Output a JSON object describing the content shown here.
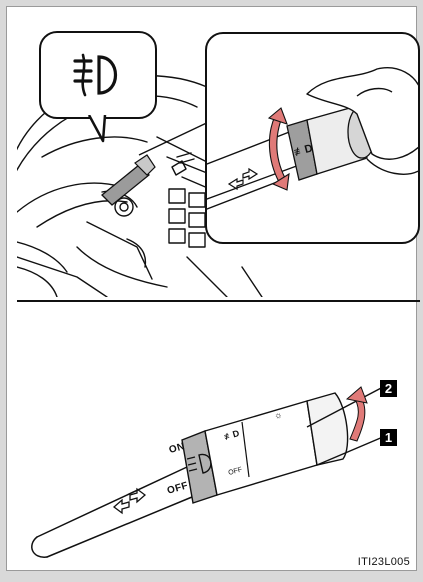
{
  "figure_id": "ITI23L005",
  "bottom_illustration": {
    "callout_1": "1",
    "callout_2": "2",
    "switch_on_label": "ON",
    "switch_off_label": "OFF"
  },
  "icons": {
    "fog_light_icon": "front-fog-light-icon",
    "turn_signal_arrows": "turn-signal-arrows-icon",
    "headlight_icon": "headlight-icon",
    "rotation_arrow": "rotate-arrow-icon",
    "movement_arrow": "curved-arrow-icon"
  },
  "colors": {
    "rotation_arrow_fill": "#e07a78",
    "line": "#111111",
    "switch_band": "#b3b3b3"
  }
}
